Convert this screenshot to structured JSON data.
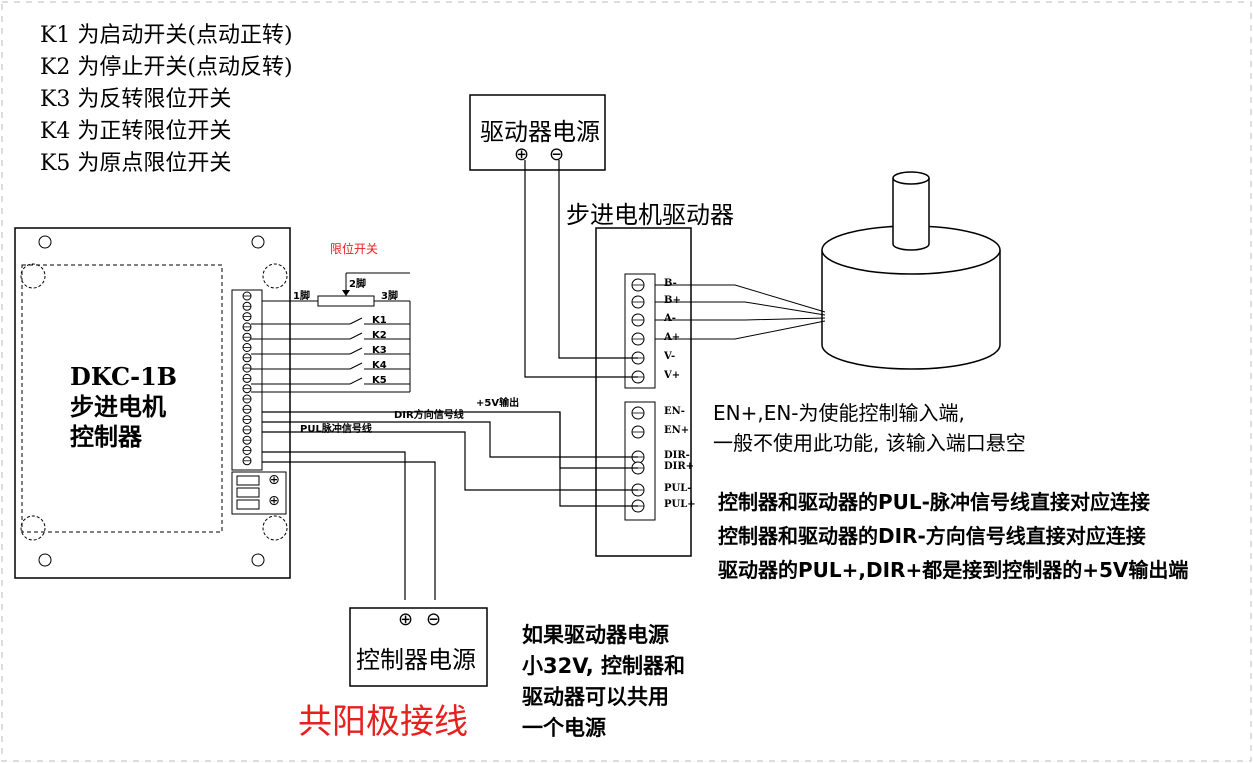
{
  "legend": [
    "K1 为启动开关(点动正转)",
    "K2 为停止开关(点动反转)",
    "K3 为反转限位开关",
    "K4 为正转限位开关",
    "K5 为原点限位开关"
  ],
  "driver_power": {
    "title": "驱动器电源",
    "plus": "⊕",
    "minus": "⊖"
  },
  "driver": {
    "title": "步进电机驱动器"
  },
  "controller": {
    "lines": [
      "DKC-1B",
      "步进电机",
      "控制器"
    ]
  },
  "limit_switch": {
    "title": "限位开关",
    "pin1": "1脚",
    "pin2": "2脚",
    "pin3": "3脚"
  },
  "switches": [
    "K1",
    "K2",
    "K3",
    "K4",
    "K5"
  ],
  "signal_labels": {
    "plus5v": "+5V输出",
    "dir_line": "DIR方向信号线",
    "pul_line": "PUL脉冲信号线"
  },
  "driver_terminals_top": [
    "B-",
    "B+",
    "A-",
    "A+",
    "V-",
    "V+"
  ],
  "driver_terminals_bottom": [
    "EN-",
    "EN+",
    "DIR-",
    "DIR+",
    "PUL-",
    "PUL+"
  ],
  "enable_note": [
    "EN+,EN-为使能控制输入端,",
    "一般不使用此功能, 该输入端口悬空"
  ],
  "connection_notes": [
    "控制器和驱动器的PUL-脉冲信号线直接对应连接",
    "控制器和驱动器的DIR-方向信号线直接对应连接",
    "驱动器的PUL+,DIR+都是接到控制器的+5V输出端"
  ],
  "controller_power": {
    "title": "控制器电源",
    "plus": "⊕",
    "minus": "⊖"
  },
  "share_note": [
    "如果驱动器电源",
    "小32V, 控制器和",
    "驱动器可以共用",
    "一个电源"
  ],
  "wiring_title": "共阳极接线",
  "colors": {
    "line": "#000000",
    "accent_red": "#e6201e"
  }
}
